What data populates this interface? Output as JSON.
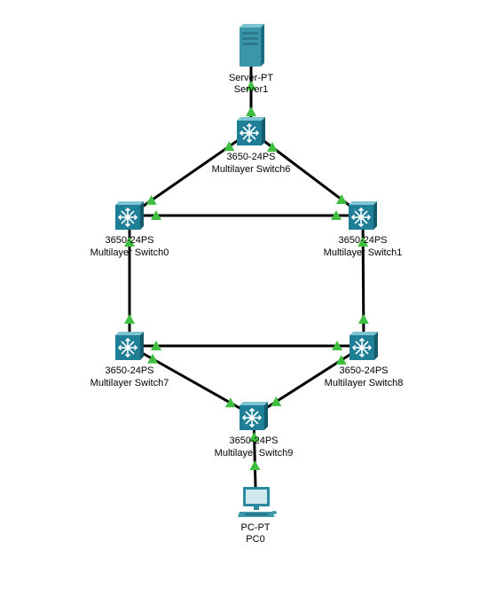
{
  "colors": {
    "link": "#000000",
    "link_light": "#3fbf3f",
    "switch_body": "#1f7f96",
    "server_body": "#3a96a8"
  },
  "devices": {
    "server1": {
      "model": "Server-PT",
      "name": "Server1",
      "icon": "server-icon"
    },
    "sw6": {
      "model": "3650-24PS",
      "name": "Multilayer Switch6",
      "icon": "multilayer-switch-icon"
    },
    "sw0": {
      "model": "3650-24PS",
      "name": "Multilayer Switch0",
      "icon": "multilayer-switch-icon"
    },
    "sw1": {
      "model": "3650-24PS",
      "name": "Multilayer Switch1",
      "icon": "multilayer-switch-icon"
    },
    "sw7": {
      "model": "3650-24PS",
      "name": "Multilayer Switch7",
      "icon": "multilayer-switch-icon"
    },
    "sw8": {
      "model": "3650-24PS",
      "name": "Multilayer Switch8",
      "icon": "multilayer-switch-icon"
    },
    "sw9": {
      "model": "3650-24PS",
      "name": "Multilayer Switch9",
      "icon": "multilayer-switch-icon"
    },
    "pc0": {
      "model": "PC-PT",
      "name": "PC0",
      "icon": "pc-icon"
    }
  }
}
